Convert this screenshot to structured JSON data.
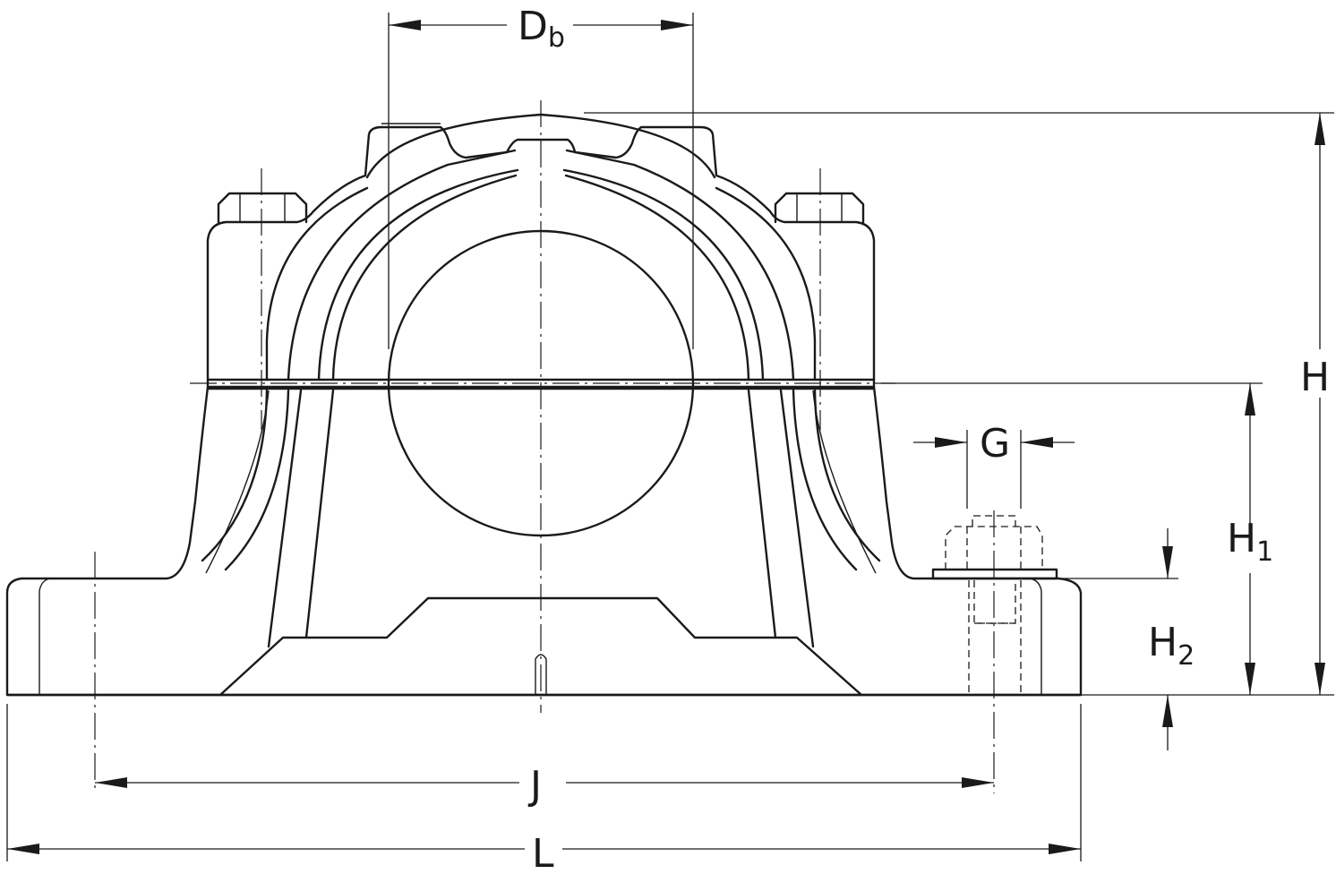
{
  "dimensions": {
    "Db": {
      "main": "D",
      "sub": "b"
    },
    "H": {
      "main": "H"
    },
    "H1": {
      "main": "H",
      "sub": "1"
    },
    "H2": {
      "main": "H",
      "sub": "2"
    },
    "G": {
      "main": "G"
    },
    "J": {
      "main": "J"
    },
    "L": {
      "main": "L"
    }
  },
  "colors": {
    "line": "#1a1a1a",
    "background": "#ffffff"
  }
}
